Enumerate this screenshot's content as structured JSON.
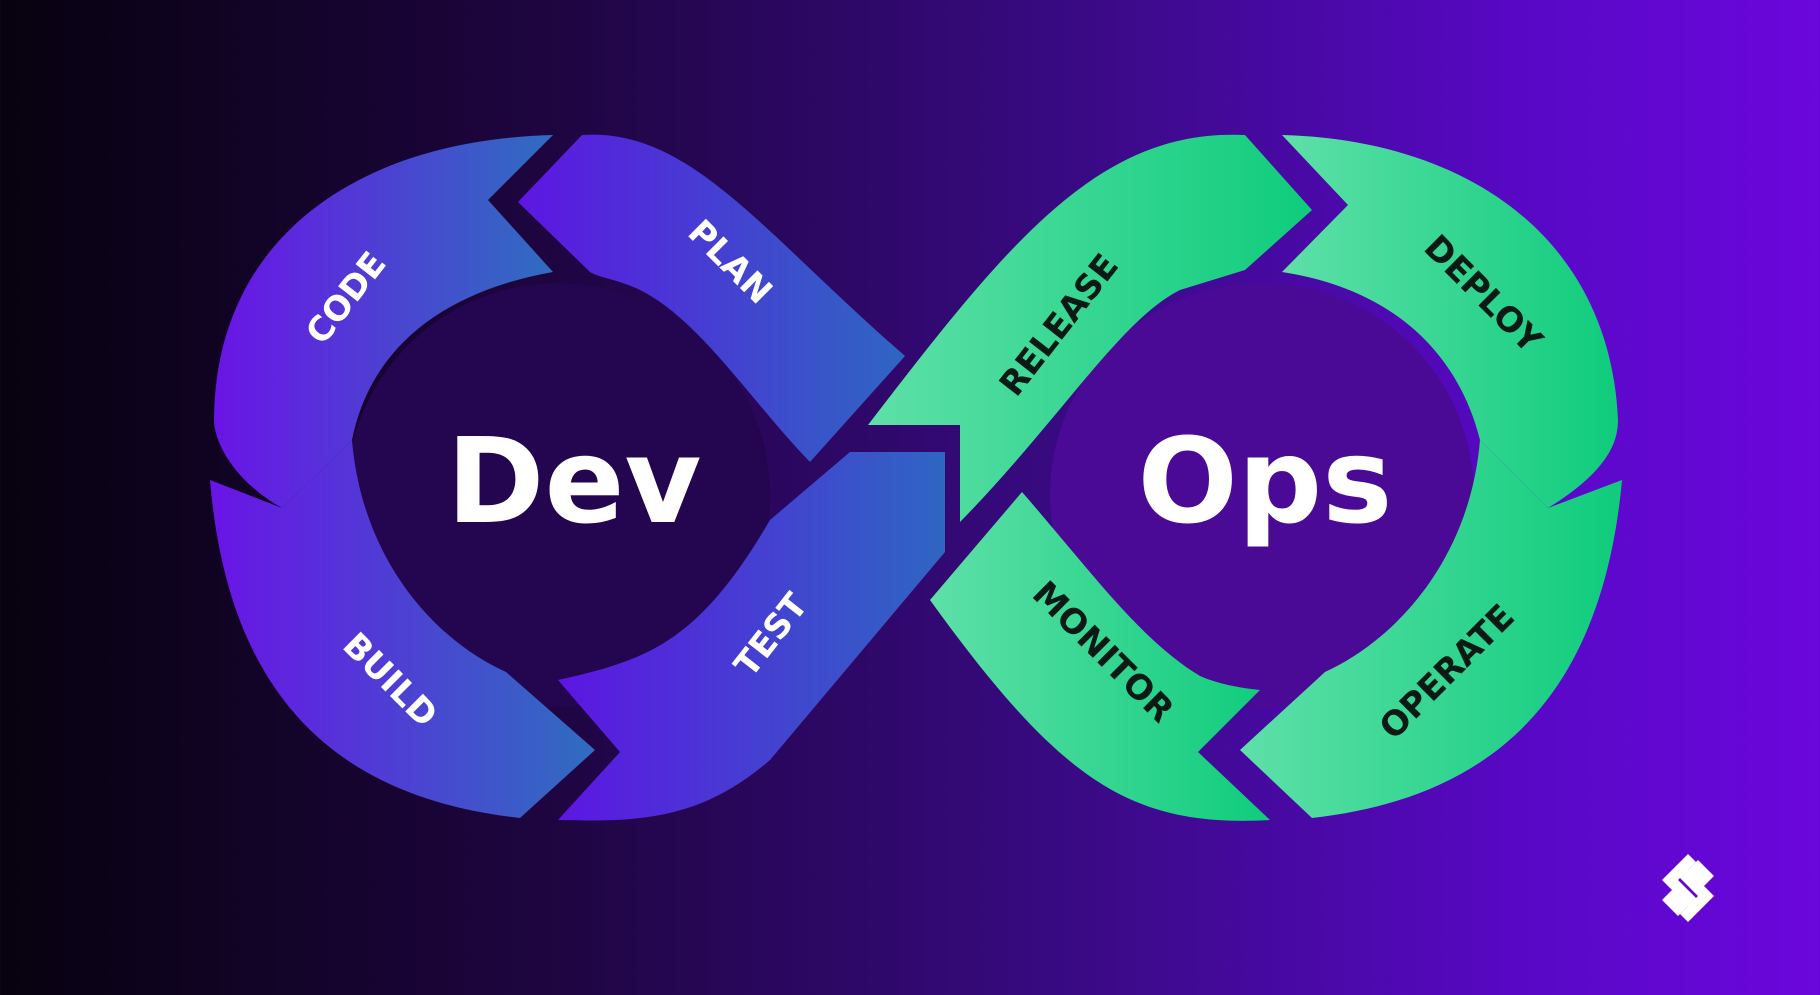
{
  "center_labels": {
    "left": "Dev",
    "right": "Ops"
  },
  "stages": {
    "code": "CODE",
    "plan": "PLAN",
    "build": "BUILD",
    "test": "TEST",
    "release": "RELEASE",
    "deploy": "DEPLOY",
    "monitor": "MONITOR",
    "operate": "OPERATE"
  },
  "logo": {
    "icon": "diamond-chain-logo-icon"
  },
  "colors": {
    "dev_dark": "#6a14e6",
    "dev_light": "#2f6dc0",
    "ops_light": "#5ee0a8",
    "ops_dark": "#0fcc7c",
    "dev_text": "#ffffff",
    "ops_text": "#0b1a14"
  }
}
